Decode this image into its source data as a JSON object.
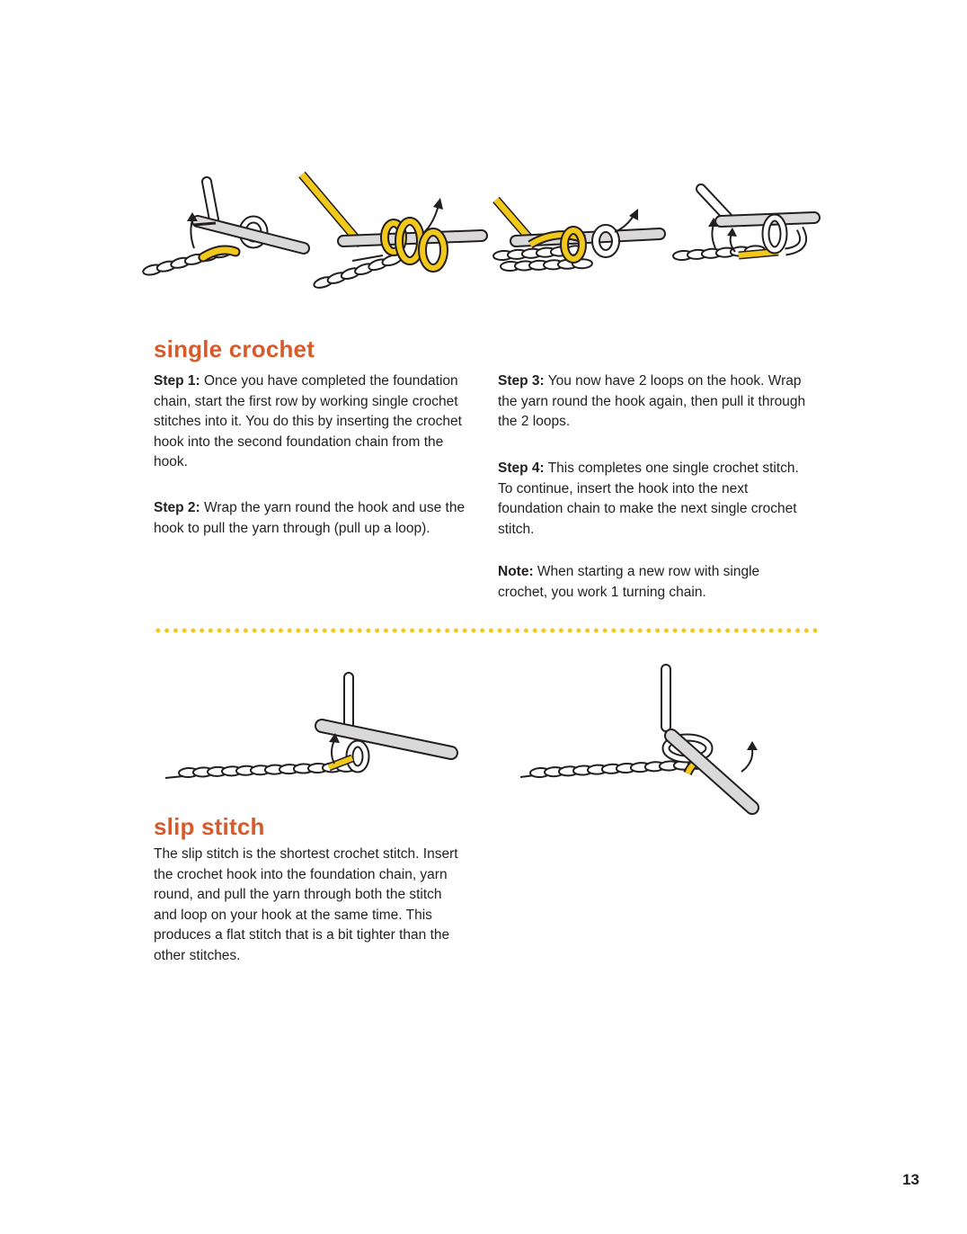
{
  "page": {
    "number": "13"
  },
  "colors": {
    "heading": "#d85a2a",
    "yarn_highlight": "#f2c81a",
    "hook": "#d9d9d9",
    "divider": "#f2c81a"
  },
  "single_crochet": {
    "title": "single crochet",
    "steps": [
      {
        "label": "Step 1:",
        "text": " Once you have completed the foundation chain, start the first row by working single crochet stitches into it. You do this by inserting the crochet hook into the second foundation chain from the hook."
      },
      {
        "label": "Step 2:",
        "text": " Wrap the yarn round the hook and use the hook to pull the yarn through (pull up a loop)."
      },
      {
        "label": "Step 3:",
        "text": " You now have 2 loops on the hook. Wrap the yarn round the hook again, then pull it through the 2 loops."
      },
      {
        "label": "Step 4:",
        "text": " This completes one single crochet stitch. To continue, insert the hook into the next foundation chain to make the next single crochet stitch."
      }
    ],
    "note": {
      "label": "Note:",
      "text": " When starting a new row with single crochet, you work 1 turning chain."
    }
  },
  "slip_stitch": {
    "title": "slip stitch",
    "text": "The slip stitch is the shortest crochet stitch. Insert the crochet hook into the foundation chain, yarn round, and pull the yarn through both the stitch and loop on your hook at the same time. This produces a flat stitch that is a bit tighter than the other stitches."
  }
}
